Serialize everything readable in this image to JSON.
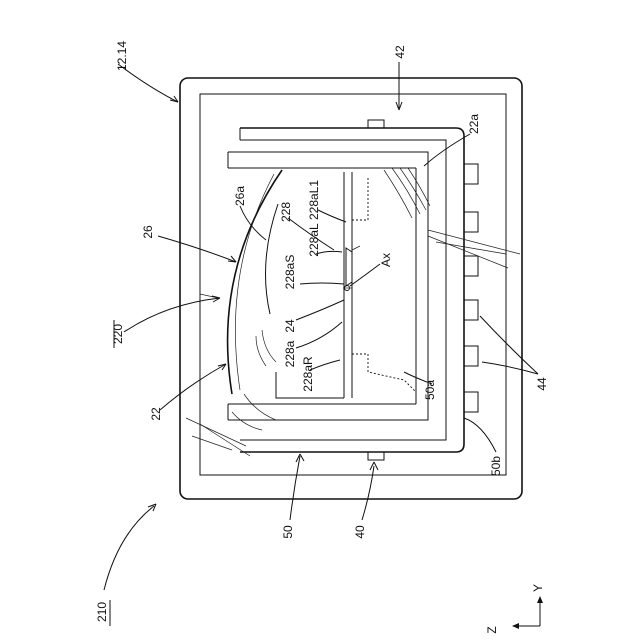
{
  "figure": {
    "refs": {
      "r1214": "12.14",
      "r42": "42",
      "r22a": "22a",
      "r26a": "26a",
      "r228": "228",
      "r228aL1": "228aL1",
      "r26": "26",
      "r228aL": "228aL",
      "r228aS": "228aS",
      "rAx": "Ax",
      "r220": "220",
      "r24": "24",
      "r228a": "228a",
      "r228aR": "228aR",
      "r22": "22",
      "r50a": "50a",
      "r44": "44",
      "r50b": "50b",
      "r50": "50",
      "r40": "40",
      "r210": "210"
    },
    "axes": {
      "z": "Z",
      "y": "Y"
    }
  }
}
